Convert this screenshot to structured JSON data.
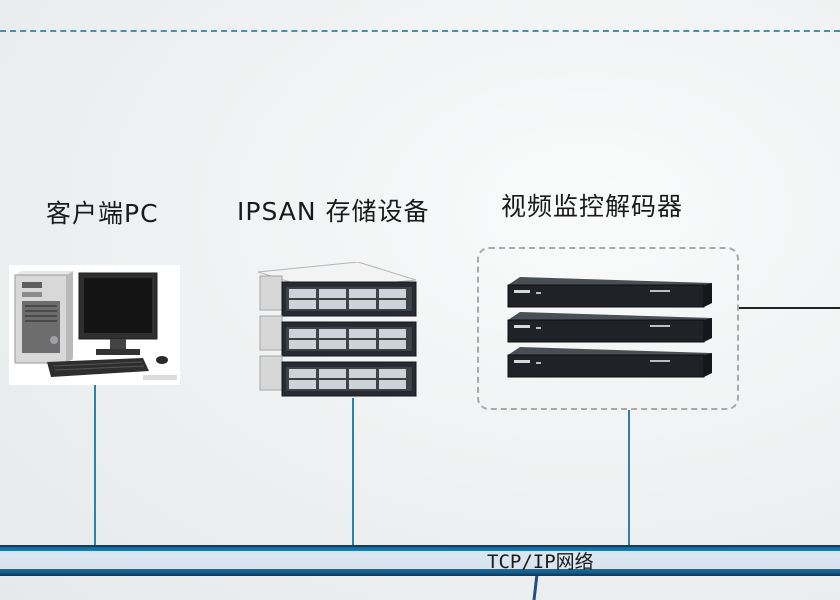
{
  "nodes": {
    "client_pc": {
      "label": "客户端PC",
      "icon": "desktop-computer-icon"
    },
    "ipsan_storage": {
      "label": "IPSAN 存储设备",
      "icon": "storage-array-icon"
    },
    "video_decoder": {
      "label": "视频监控解码器",
      "icon": "decoder-rack-icon"
    }
  },
  "network": {
    "label": "TCP/IP网络"
  },
  "colors": {
    "bus": "#1e7fb8",
    "bus_dark": "#0d4f7c",
    "connector": "#2d82a8",
    "dash": "#4d8fa8"
  }
}
